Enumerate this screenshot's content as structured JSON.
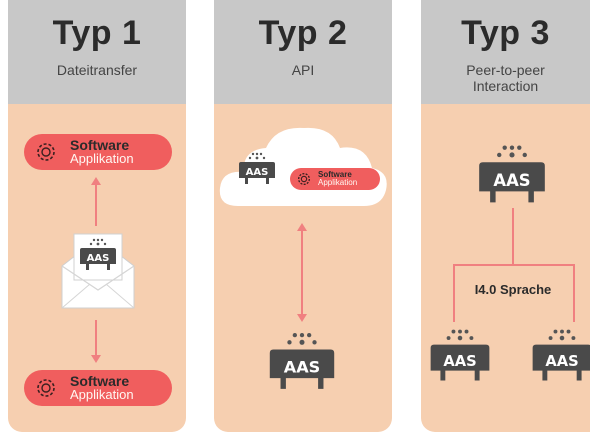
{
  "columns": [
    {
      "title": "Typ 1",
      "subtitle": "Dateitransfer"
    },
    {
      "title": "Typ 2",
      "subtitle": "API"
    },
    {
      "title": "Typ 3",
      "subtitle_line1": "Peer-to-peer",
      "subtitle_line2": "Interaction"
    }
  ],
  "software": {
    "line1": "Software",
    "line2": "Applikation"
  },
  "aas_label": "AAS",
  "language_label": "I4.0 Sprache",
  "colors": {
    "header_bg": "#c8c8c8",
    "column_bg": "#f6cfb0",
    "pill": "#f05e5e",
    "connector": "#f08080",
    "aas_dark": "#4a4a4a"
  },
  "icons": [
    "gear-icon",
    "aas-icon",
    "envelope-icon",
    "cloud-icon"
  ]
}
